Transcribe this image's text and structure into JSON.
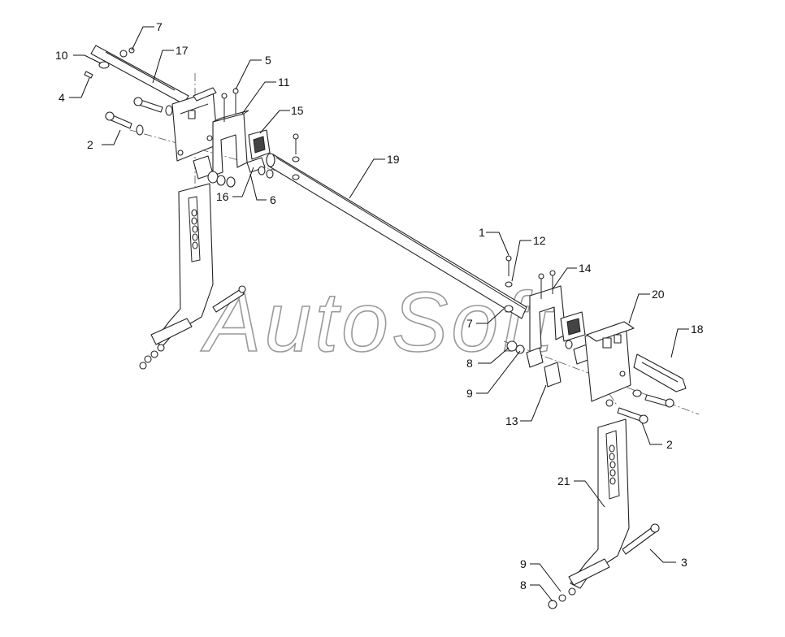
{
  "diagram": {
    "watermark": "AutoSoft",
    "callouts": [
      "1",
      "2",
      "2",
      "3",
      "4",
      "5",
      "6",
      "7",
      "7",
      "8",
      "8",
      "9",
      "9",
      "10",
      "11",
      "12",
      "13",
      "14",
      "15",
      "16",
      "17",
      "18",
      "19",
      "20",
      "21"
    ]
  }
}
